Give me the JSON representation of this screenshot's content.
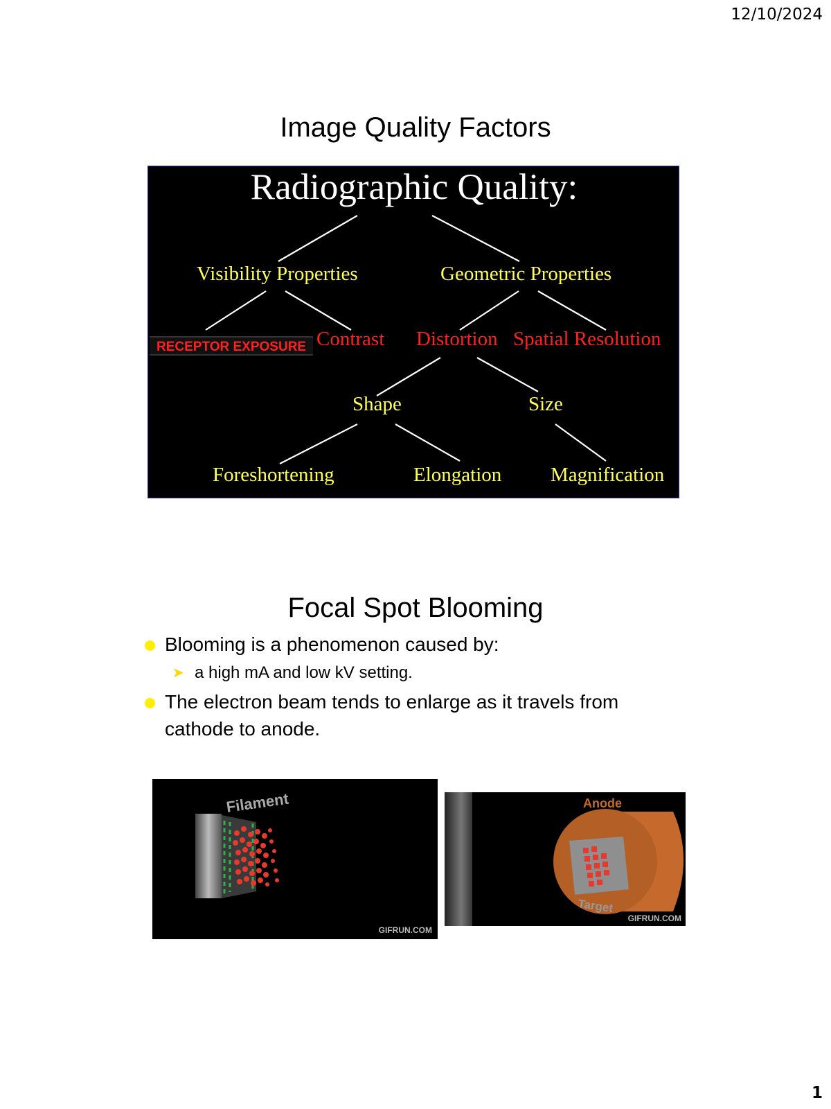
{
  "header": {
    "date": "12/10/2024"
  },
  "slide1": {
    "title": "Image Quality Factors",
    "tree": {
      "root": "Radiographic Quality:",
      "visibility": "Visibility Properties",
      "geometric": "Geometric Properties",
      "receptor_exposure": "RECEPTOR EXPOSURE",
      "contrast": "Contrast",
      "distortion": "Distortion",
      "spatial_resolution": "Spatial Resolution",
      "shape": "Shape",
      "size": "Size",
      "foreshortening": "Foreshortening",
      "elongation": "Elongation",
      "magnification": "Magnification"
    }
  },
  "slide2": {
    "title": "Focal Spot Blooming",
    "bullets": [
      {
        "text": "Blooming is a phenomenon caused by:",
        "sub": [
          "a high mA and low kV setting."
        ]
      },
      {
        "text": "The electron beam tends to enlarge as it travels from cathode to anode."
      }
    ],
    "images": {
      "filament": {
        "label": "Filament",
        "watermark": "GIFRUN.COM"
      },
      "anode": {
        "label": "Anode",
        "target_label": "Target",
        "watermark": "GIFRUN.COM"
      }
    }
  },
  "footer": {
    "page_number": "1"
  },
  "colors": {
    "yellow_text": "#ffff55",
    "red_text": "#ff2020",
    "bullet": "#ffee00"
  }
}
